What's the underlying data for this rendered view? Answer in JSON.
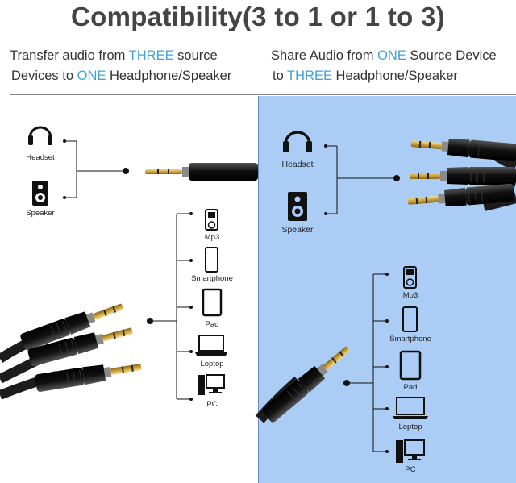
{
  "title": "Compatibility(3 to 1 or 1 to 3)",
  "left": {
    "line1_pre": "Transfer audio from ",
    "line1_hl": "THREE",
    "line1_post": " source",
    "line2_pre": "Devices to ",
    "line2_hl": "ONE",
    "line2_post": " Headphone/Speaker",
    "outputs": [
      "Headset",
      "Speaker"
    ],
    "sources": [
      "Mp3",
      "Smartphone",
      "Pad",
      "Loptop",
      "PC"
    ]
  },
  "right": {
    "line1_pre": "Share Audio from ",
    "line1_hl": "ONE",
    "line1_post": " Source Device",
    "line2_pre": "to ",
    "line2_hl": "THREE",
    "line2_post": " Headphone/Speaker",
    "outputs": [
      "Headset",
      "Speaker"
    ],
    "sources": [
      "Mp3",
      "Smartphone",
      "Pad",
      "Loptop",
      "PC"
    ]
  },
  "colors": {
    "highlight": "#3ea3d8",
    "panel": "#aaccf5",
    "plug_gold": "#d9b64a",
    "cable": "#1c1c1c"
  }
}
